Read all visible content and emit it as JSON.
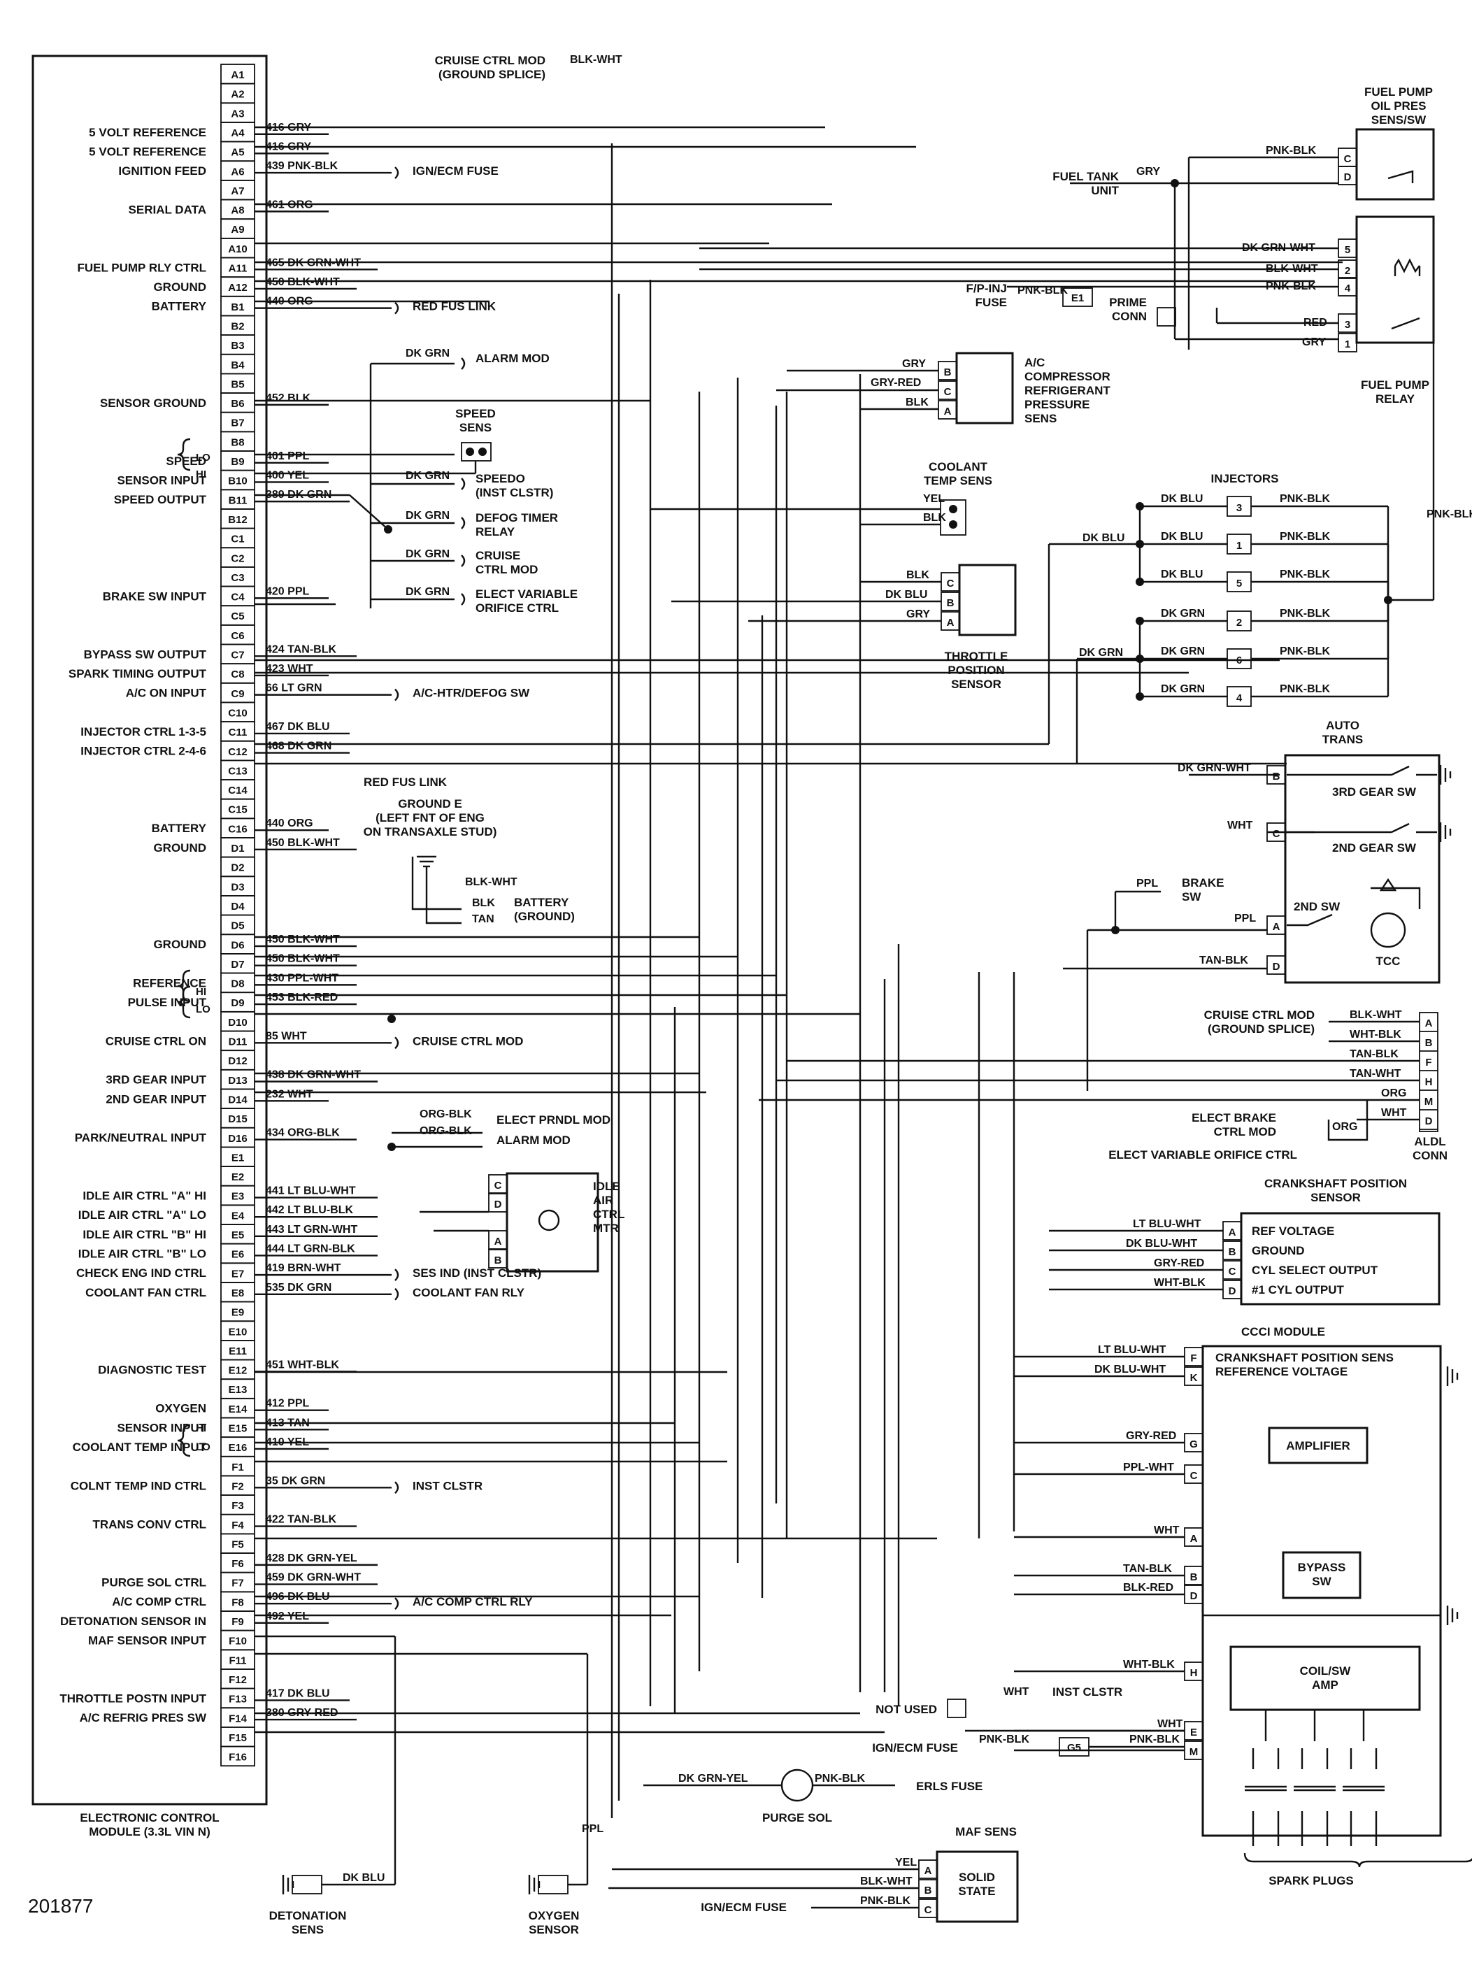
{
  "ecm": {
    "caption_lines": [
      "ELECTRONIC CONTROL",
      "MODULE (3.3L VIN N)"
    ],
    "pins": [
      {
        "pin": "A1"
      },
      {
        "pin": "A2"
      },
      {
        "pin": "A3"
      },
      {
        "pin": "A4",
        "label": "5 VOLT REFERENCE",
        "wire": "416 GRY"
      },
      {
        "pin": "A5",
        "label": "5 VOLT REFERENCE",
        "wire": "416 GRY"
      },
      {
        "pin": "A6",
        "label": "IGNITION FEED",
        "wire": "439 PNK-BLK",
        "dest": "IGN/ECM FUSE"
      },
      {
        "pin": "A7"
      },
      {
        "pin": "A8",
        "label": "SERIAL DATA",
        "wire": "461 ORG"
      },
      {
        "pin": "A9"
      },
      {
        "pin": "A10"
      },
      {
        "pin": "A11",
        "label": "FUEL PUMP RLY CTRL",
        "wire": "465 DK GRN-WHT"
      },
      {
        "pin": "A12",
        "label": "GROUND",
        "wire": "450 BLK-WHT"
      },
      {
        "pin": "B1",
        "label": "BATTERY",
        "wire": "440 ORG",
        "dest": "RED FUS LINK"
      },
      {
        "pin": "B2"
      },
      {
        "pin": "B3"
      },
      {
        "pin": "B4"
      },
      {
        "pin": "B5"
      },
      {
        "pin": "B6",
        "label": "SENSOR GROUND",
        "wire": "452 BLK"
      },
      {
        "pin": "B7"
      },
      {
        "pin": "B8"
      },
      {
        "pin": "B9",
        "label": "SPEED",
        "wire": "401 PPL"
      },
      {
        "pin": "B10",
        "label": "SENSOR INPUT",
        "wire": "400 YEL"
      },
      {
        "pin": "B11",
        "label": "SPEED OUTPUT",
        "wire": "389 DK GRN"
      },
      {
        "pin": "B12"
      },
      {
        "pin": "C1"
      },
      {
        "pin": "C2"
      },
      {
        "pin": "C3"
      },
      {
        "pin": "C4",
        "label": "BRAKE SW INPUT",
        "wire": "420 PPL"
      },
      {
        "pin": "C5"
      },
      {
        "pin": "C6"
      },
      {
        "pin": "C7",
        "label": "BYPASS SW OUTPUT",
        "wire": "424 TAN-BLK"
      },
      {
        "pin": "C8",
        "label": "SPARK TIMING OUTPUT",
        "wire": "423 WHT"
      },
      {
        "pin": "C9",
        "label": "A/C ON INPUT",
        "wire": "66 LT GRN",
        "dest": "A/C-HTR/DEFOG SW"
      },
      {
        "pin": "C10"
      },
      {
        "pin": "C11",
        "label": "INJECTOR CTRL 1-3-5",
        "wire": "467 DK BLU"
      },
      {
        "pin": "C12",
        "label": "INJECTOR CTRL 2-4-6",
        "wire": "468 DK GRN"
      },
      {
        "pin": "C13"
      },
      {
        "pin": "C14"
      },
      {
        "pin": "C15"
      },
      {
        "pin": "C16",
        "label": "BATTERY",
        "wire": "440 ORG"
      },
      {
        "pin": "D1",
        "label": "GROUND",
        "wire": "450 BLK-WHT"
      },
      {
        "pin": "D2"
      },
      {
        "pin": "D3"
      },
      {
        "pin": "D4"
      },
      {
        "pin": "D5"
      },
      {
        "pin": "D6",
        "label": "GROUND",
        "wire": "450 BLK-WHT"
      },
      {
        "pin": "D7",
        "wire": "450 BLK-WHT"
      },
      {
        "pin": "D8",
        "label": "REFERENCE",
        "wire": "430 PPL-WHT"
      },
      {
        "pin": "D9",
        "label": "PULSE INPUT",
        "wire": "453 BLK-RED"
      },
      {
        "pin": "D10"
      },
      {
        "pin": "D11",
        "label": "CRUISE CTRL ON",
        "wire": "85 WHT",
        "dest": "CRUISE CTRL MOD"
      },
      {
        "pin": "D12"
      },
      {
        "pin": "D13",
        "label": "3RD GEAR INPUT",
        "wire": "438 DK GRN-WHT"
      },
      {
        "pin": "D14",
        "label": "2ND GEAR INPUT",
        "wire": "232 WHT"
      },
      {
        "pin": "D15"
      },
      {
        "pin": "D16",
        "label": "PARK/NEUTRAL INPUT",
        "wire": "434 ORG-BLK"
      },
      {
        "pin": "E1"
      },
      {
        "pin": "E2"
      },
      {
        "pin": "E3",
        "label": "IDLE AIR CTRL \"A\" HI",
        "wire": "441 LT BLU-WHT"
      },
      {
        "pin": "E4",
        "label": "IDLE AIR CTRL \"A\" LO",
        "wire": "442 LT BLU-BLK"
      },
      {
        "pin": "E5",
        "label": "IDLE AIR CTRL \"B\" HI",
        "wire": "443 LT GRN-WHT"
      },
      {
        "pin": "E6",
        "label": "IDLE AIR CTRL \"B\" LO",
        "wire": "444 LT GRN-BLK"
      },
      {
        "pin": "E7",
        "label": "CHECK ENG IND CTRL",
        "wire": "419 BRN-WHT",
        "dest": "SES IND (INST CLSTR)"
      },
      {
        "pin": "E8",
        "label": "COOLANT FAN CTRL",
        "wire": "535 DK GRN",
        "dest": "COOLANT FAN RLY"
      },
      {
        "pin": "E9"
      },
      {
        "pin": "E10"
      },
      {
        "pin": "E11"
      },
      {
        "pin": "E12",
        "label": "DIAGNOSTIC TEST",
        "wire": "451 WHT-BLK"
      },
      {
        "pin": "E13"
      },
      {
        "pin": "E14",
        "label": "OXYGEN",
        "wire": "412 PPL"
      },
      {
        "pin": "E15",
        "label": "SENSOR INPUT",
        "wire": "413 TAN"
      },
      {
        "pin": "E16",
        "label": "COOLANT TEMP INPUT",
        "wire": "410 YEL"
      },
      {
        "pin": "F1"
      },
      {
        "pin": "F2",
        "label": "COLNT TEMP IND CTRL",
        "wire": "35 DK GRN",
        "dest": "INST CLSTR"
      },
      {
        "pin": "F3"
      },
      {
        "pin": "F4",
        "label": "TRANS CONV CTRL",
        "wire": "422 TAN-BLK"
      },
      {
        "pin": "F5"
      },
      {
        "pin": "F6",
        "wire": "428 DK GRN-YEL"
      },
      {
        "pin": "F7",
        "label": "PURGE SOL CTRL",
        "wire": "459 DK GRN-WHT"
      },
      {
        "pin": "F8",
        "label": "A/C COMP CTRL",
        "wire": "496 DK BLU",
        "dest": "A/C COMP CTRL RLY"
      },
      {
        "pin": "F9",
        "label": "DETONATION SENSOR IN",
        "wire": "492 YEL"
      },
      {
        "pin": "F10",
        "label": "MAF SENSOR INPUT"
      },
      {
        "pin": "F11"
      },
      {
        "pin": "F12"
      },
      {
        "pin": "F13",
        "label": "THROTTLE POSTN INPUT",
        "wire": "417 DK BLU"
      },
      {
        "pin": "F14",
        "label": "A/C REFRIG PRES SW",
        "wire": "380 GRY-RED"
      },
      {
        "pin": "F15"
      },
      {
        "pin": "F16"
      }
    ],
    "braces": {
      "lo": "LO",
      "hi": "HI"
    }
  },
  "labels": {
    "fig_number": "201877",
    "cruise_top": [
      "CRUISE CTRL MOD",
      "(GROUND SPLICE)"
    ],
    "cruise_top_wire": "BLK-WHT",
    "fuel_pump_oil": [
      "FUEL PUMP",
      "OIL PRES",
      "SENS/SW"
    ],
    "fuel_tank": [
      "FUEL TANK",
      "UNIT"
    ],
    "fuel_pump_relay": [
      "FUEL PUMP",
      "RELAY"
    ],
    "fp_inj_fuse": [
      "F/P-INJ",
      "FUSE"
    ],
    "e1": "E1",
    "prime_conn": [
      "PRIME",
      "CONN"
    ],
    "ac_press": [
      "A/C",
      "COMPRESSOR",
      "REFRIGERANT",
      "PRESSURE",
      "SENS"
    ],
    "coolant_temp": [
      "COOLANT",
      "TEMP SENS"
    ],
    "tps": [
      "THROTTLE",
      "POSITION",
      "SENSOR"
    ],
    "injectors": "INJECTORS",
    "speed_sens": [
      "SPEED",
      "SENS"
    ],
    "alarm_mod": "ALARM MOD",
    "speedo": [
      "SPEEDO",
      "(INST CLSTR)"
    ],
    "defog": [
      "DEFOG TIMER",
      "RELAY"
    ],
    "cruise_mod": [
      "CRUISE",
      "CTRL MOD"
    ],
    "elect_var": [
      "ELECT VARIABLE",
      "ORIFICE CTRL"
    ],
    "red_fus_link": "RED FUS LINK",
    "ground_e": [
      "GROUND E",
      "(LEFT FNT OF ENG",
      "ON TRANSAXLE STUD)"
    ],
    "battery_ground": [
      "BATTERY",
      "(GROUND)"
    ],
    "auto_trans": [
      "AUTO",
      "TRANS"
    ],
    "gear3": "3RD GEAR SW",
    "gear2": "2ND GEAR SW",
    "brake_sw": [
      "BRAKE",
      "SW"
    ],
    "sw2nd": "2ND SW",
    "tcc": "TCC",
    "cruise_splice": [
      "CRUISE CTRL MOD",
      "(GROUND SPLICE)"
    ],
    "elect_brake": [
      "ELECT BRAKE",
      "CTRL MOD"
    ],
    "elect_var2": "ELECT VARIABLE ORIFICE CTRL",
    "aldl": [
      "ALDL",
      "CONN"
    ],
    "elect_prndl": "ELECT PRNDL MOD",
    "alarm_mod2": "ALARM MOD",
    "iac": [
      "IDLE",
      "AIR",
      "CTRL",
      "MTR"
    ],
    "ckp": [
      "CRANKSHAFT POSITION",
      "SENSOR"
    ],
    "ckp_lines": [
      "REF VOLTAGE",
      "GROUND",
      "CYL SELECT OUTPUT",
      "#1 CYL OUTPUT"
    ],
    "ccci": "CCCI MODULE",
    "ccci_ref": [
      "CRANKSHAFT POSITION SENS",
      "REFERENCE VOLTAGE"
    ],
    "amplifier": "AMPLIFIER",
    "bypass": [
      "BYPASS",
      "SW"
    ],
    "coil": [
      "COIL/SW",
      "AMP"
    ],
    "spark_plugs": "SPARK PLUGS",
    "not_used": "NOT USED",
    "inst_clstr": "INST CLSTR",
    "ign_fuse": "IGN/ECM FUSE",
    "g5": "G5",
    "purge_sol": "PURGE SOL",
    "erls_fuse": "ERLS FUSE",
    "maf_sens": "MAF SENS",
    "solid_state": [
      "SOLID",
      "STATE"
    ],
    "ign_fuse2": "IGN/ECM FUSE",
    "detonation": [
      "DETONATION",
      "SENS"
    ],
    "oxygen": [
      "OXYGEN",
      "SENSOR"
    ]
  },
  "wires": {
    "gry": "GRY",
    "pnk_blk": "PNK-BLK",
    "dk_grn_wht": "DK GRN-WHT",
    "blk_wht": "BLK-WHT",
    "red": "RED",
    "gry_red": "GRY-RED",
    "blk": "BLK",
    "yel": "YEL",
    "dk_blu": "DK BLU",
    "dk_grn": "DK GRN",
    "dk_blu2": "DK BLU",
    "ppl": "PPL",
    "wht": "WHT",
    "tan_blk": "TAN-BLK",
    "tan": "TAN",
    "org": "ORG",
    "org_blk": "ORG-BLK",
    "lt_blu_wht": "LT BLU-WHT",
    "dk_blu_wht": "DK BLU-WHT",
    "gry_red2": "GRY-RED",
    "wht_blk": "WHT-BLK",
    "ppl_wht": "PPL-WHT",
    "blk_red": "BLK-RED",
    "dk_grn_yel": "DK GRN-YEL",
    "blk_wht2": "BLK-WHT"
  },
  "injector_numbers": [
    "3",
    "1",
    "5",
    "2",
    "6",
    "4"
  ]
}
